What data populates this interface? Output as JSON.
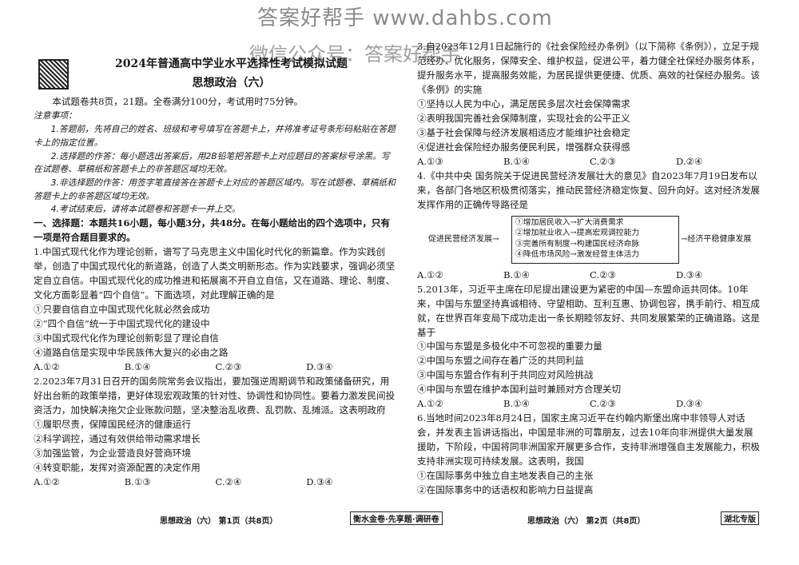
{
  "watermark": {
    "top": "答案好帮手  www.dahbs.com",
    "second": "微信公众号：答案好帮手"
  },
  "left": {
    "title": "2024年普通高中学业水平选择性考试模拟试题",
    "subtitle": "思想政治（六）",
    "intro": "本试题卷共8页，21题。全卷满分100分，考试用时75分钟。",
    "notice_title": "注意事项：",
    "notices": [
      "1.答题前，先将自己的姓名、班级和考号填写在答题卡上，并将准考证号条形码粘贴在答题卡上的指定位置。",
      "2.选择题的作答：每小题选出答案后，用2B铅笔把答题卡上对应题目的答案标号涂黑。写在试题卷、草稿纸和答题卡上的非答题区域均无效。",
      "3.非选择题的作答：用签字笔直接答在答题卡上对应的答题区域内。写在试题卷、草稿纸和答题卡上的非答题区域均无效。",
      "4.考试结束后，请将本试题卷和答题卡一并上交。"
    ],
    "section": "一、选择题：本题共16小题，每小题3分，共48分。在每小题给出的四个选项中，只有一项是符合题目要求的。",
    "q1": {
      "stem": "1.中国式现代化作为理论创新，谱写了马克思主义中国化时代化的新篇章。作为实践创举，创造了中国式现代化的新道路，创造了人类文明新形态。作为实践要求，强调必须坚定自立自信。中国式现代化的成功推进和拓展离不开自立自信，又在道路、理论、制度、文化方面彰显着“四个自信”。下面选项，对此理解正确的是",
      "items": [
        "①只要自信自立中国式现代化就必然会成功",
        "②“四个自信”统一于中国式现代化的建设中",
        "③中国式现代化作为理论创新彰显了理论自信",
        "④道路自信是实现中华民族伟大复兴的必由之路"
      ],
      "options": [
        "A.①②",
        "B.①④",
        "C.②③",
        "D.③④"
      ]
    },
    "q2": {
      "stem": "2.2023年7月31日召开的国务院常务会议指出，要加强逆周期调节和政策储备研究，用好出台新的政策举措，更好体现宏观政策的针对性、协调性和协同性。要着力激发民间投资活力，加快解决拖欠企业账款问题，坚决整治乱收费、乱罚款、乱摊派。这表明政府",
      "items": [
        "①履职尽责，保障国民经济的健康运行",
        "②科学调控，通过有效供给带动需求增长",
        "③加强监管，为企业营造良好营商环境",
        "④转变职能，发挥对资源配置的决定作用"
      ],
      "options": [
        "A.①②",
        "B.①③",
        "C.②④",
        "D.③④"
      ]
    },
    "footer": "思想政治（六） 第1页（共8页）"
  },
  "center_tag": "衡水金卷·先享题·调研卷",
  "right": {
    "q3": {
      "stem": "3.自2023年12月1日起施行的《社会保险经办条例》（以下简称《条例》），立足于规范经办、优化服务，保障安全、维护权益，促进公平，着力健全社保经办服务体系，提升服务水平，提高服务效能，为居民提供更便捷、优质、高效的社保经办服务。该《条例》的实施",
      "items": [
        "①坚持以人民为中心，满足居民多层次社会保障需求",
        "②表明我国完善社会保障制度，实现社会的公平正义",
        "③基于社会保障与经济发展相适应才能维护社会稳定",
        "④促进社会保险经办服务便民利民，增强群众获得感"
      ],
      "options": [
        "A.①③",
        "B.①④",
        "C.②③",
        "D.②④"
      ]
    },
    "q4": {
      "stem": "4.《中共中央 国务院关于促进民营经济发展壮大的意见》自2023年7月19日发布以来，各部门各地区积极贯彻落实，推动民营经济稳定恢复、回升向好。这对经济发展发挥作用的正确传导路径是",
      "flow_left": "促进民营经济发展→",
      "flow_items": [
        "①增加居民收入→扩大消费需求",
        "②增加就业收入→提高宏观调控能力",
        "③完善所有制度→构建国民经济命脉",
        "④降低市场风险→激发经营主体活力"
      ],
      "flow_right": "→经济平稳健康发展",
      "options": [
        "A.①②",
        "B.①④",
        "C.②③",
        "D.③④"
      ]
    },
    "q5": {
      "stem": "5.2013年，习近平主席在印尼提出建设更为紧密的中国—东盟命运共同体。10年来，中国与东盟坚持真诚相待、守望相助、互利互惠、协调包容，携手前行、相互成就，在世界百年变局下成功走出一条长期睦邻友好、共同发展繁荣的正确道路。这是基于",
      "items": [
        "①中国与东盟是多极化中不可忽视的重要力量",
        "②中国与东盟之间存在着广泛的共同利益",
        "③中国与东盟合作有利于共同应对风险挑战",
        "④中国与东盟在维护本国利益时兼顾对方合理关切"
      ],
      "options": [
        "A.①②",
        "B.①④",
        "C.②③",
        "D.③④"
      ]
    },
    "q6": {
      "stem": "6.当地时间2023年8月24日，国家主席习近平在约翰内斯堡出席中非领导人对话会，并发表主旨讲话指出，中国是非洲的可靠朋友，过去10年向非洲提供大量发展援助，下阶段，中国将同非洲国家开展更多合作，支持非洲增强自主发展能力，积极支持非洲实现可持续发展。这表明，我国",
      "items": [
        "①在国际事务中独立自主地发表自己的主张",
        "②在国际事务中的话语权和影响力日益提高"
      ]
    },
    "footer": "思想政治（六） 第2页（共8页）",
    "region_tag": "湖北专版"
  }
}
